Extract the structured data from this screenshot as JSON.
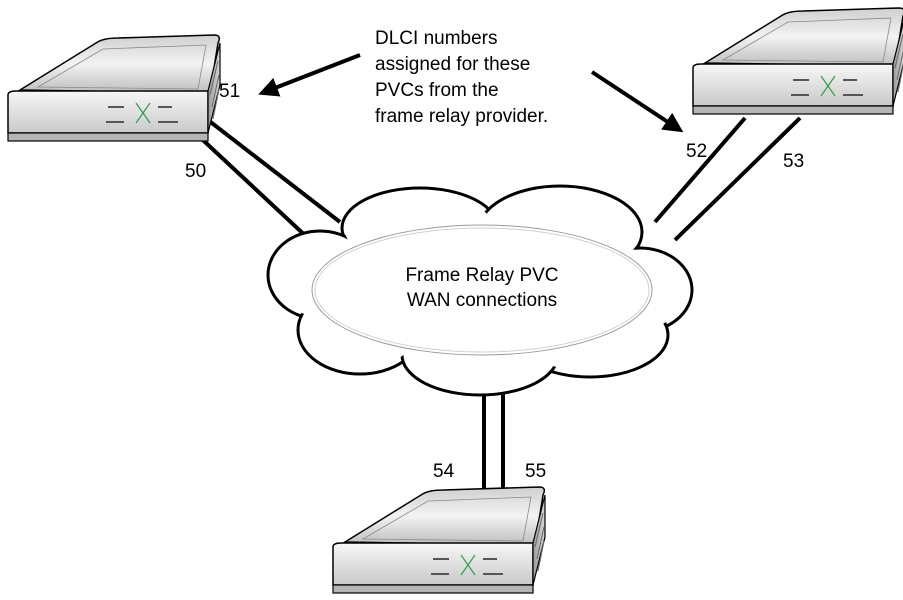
{
  "callout": {
    "lines": [
      "DLCI numbers",
      "assigned for these",
      "PVCs from the",
      "frame relay provider."
    ]
  },
  "cloud": {
    "lines": [
      "Frame Relay PVC",
      "WAN connections"
    ]
  },
  "dlci": {
    "top_left_a": "51",
    "top_left_b": "50",
    "top_right_a": "52",
    "top_right_b": "53",
    "bottom_a": "54",
    "bottom_b": "55"
  },
  "colors": {
    "line": "#000000",
    "led": "#2e9e4a",
    "router_top": "#e6e6e6",
    "router_side": "#cfcfcf"
  }
}
